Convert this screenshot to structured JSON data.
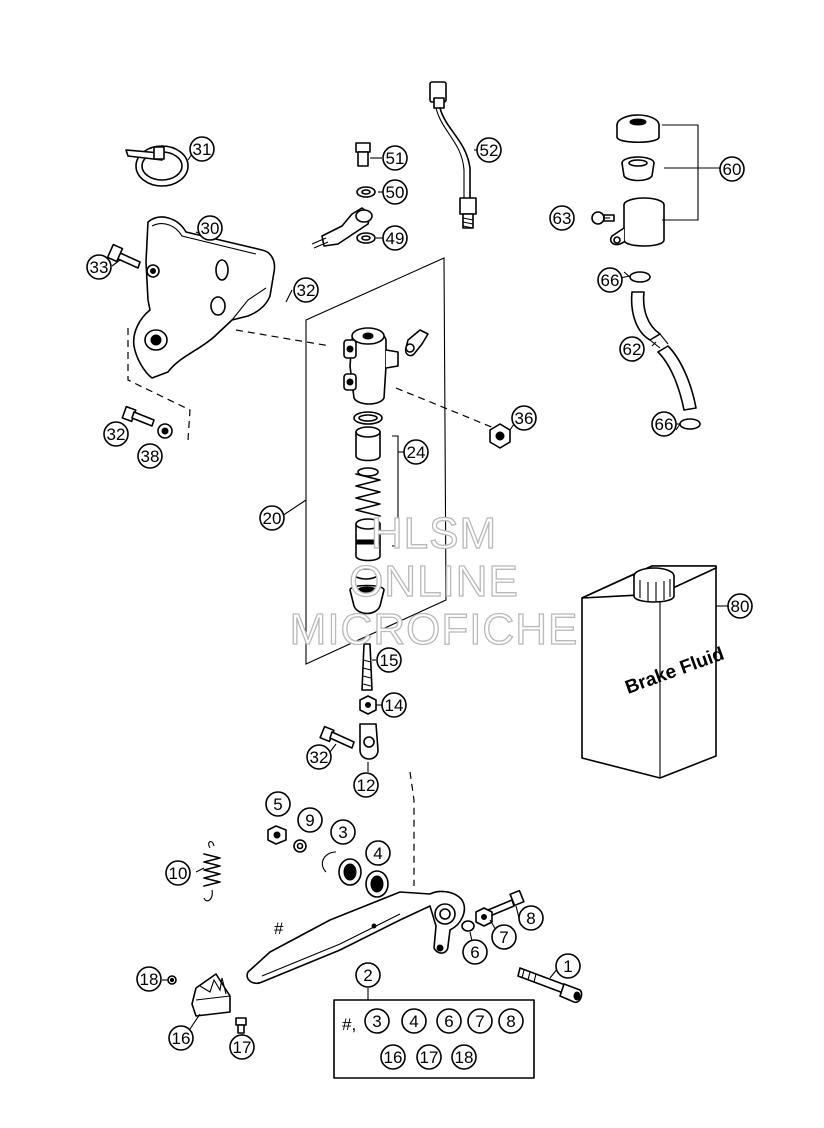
{
  "callouts": {
    "c31": "31",
    "c51": "51",
    "c52": "52",
    "c50": "50",
    "c49": "49",
    "c30": "30",
    "c33": "33",
    "c32a": "32",
    "c32b": "32",
    "c38": "38",
    "c36": "36",
    "c24": "24",
    "c20": "20",
    "c60": "60",
    "c63": "63",
    "c66a": "66",
    "c62": "62",
    "c66b": "66",
    "c80": "80",
    "c15": "15",
    "c14": "14",
    "c32c": "32",
    "c12": "12",
    "c5": "5",
    "c9": "9",
    "c3": "3",
    "c4": "4",
    "c10": "10",
    "c8": "8",
    "c7": "7",
    "c6": "6",
    "c1": "1",
    "c2": "2",
    "c18": "18",
    "c16": "16",
    "c17": "17"
  },
  "jug": {
    "label": "Brake Fluid"
  },
  "pedal_marker": "#",
  "kit_box": {
    "prefix": "#,",
    "row1": [
      "3",
      "4",
      "6",
      "7",
      "8"
    ],
    "row2": [
      "16",
      "17",
      "18"
    ]
  },
  "watermark": {
    "line1": "HLSM",
    "line2": "ONLINE",
    "line3": "MICROFICHE"
  }
}
